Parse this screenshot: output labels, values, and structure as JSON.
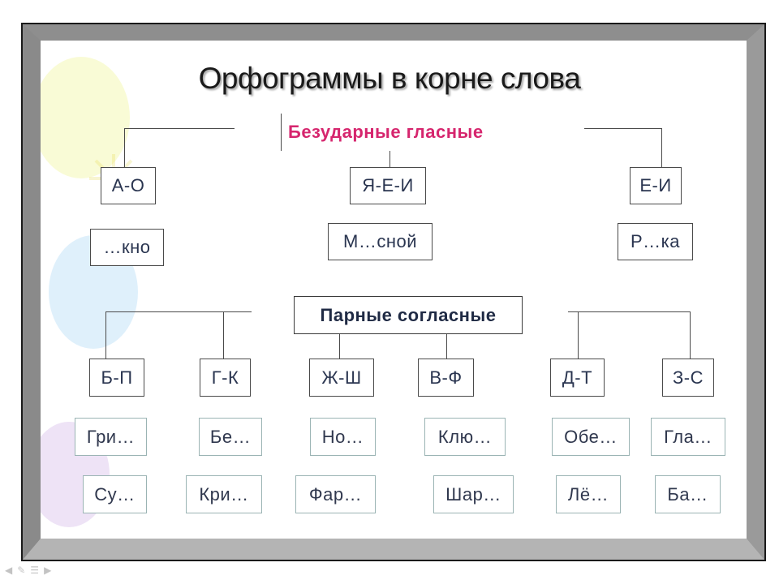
{
  "title": "Орфограммы в корне слова",
  "vowels": {
    "heading": "Безударные гласные",
    "groups": [
      {
        "pair": "А-О",
        "example": "…кно"
      },
      {
        "pair": "Я-Е-И",
        "example": "М…сной"
      },
      {
        "pair": "Е-И",
        "example": "Р…ка"
      }
    ]
  },
  "consonants": {
    "heading": "Парные согласные",
    "groups": [
      {
        "pair": "Б-П",
        "ex1": "Гри…",
        "ex2": "Су…"
      },
      {
        "pair": "Г-К",
        "ex1": "Бе…",
        "ex2": "Кри…"
      },
      {
        "pair": "Ж-Ш",
        "ex1": "Но…",
        "ex2": "Фар…"
      },
      {
        "pair": "В-Ф",
        "ex1": "Клю…",
        "ex2": "Шар…"
      },
      {
        "pair": "Д-Т",
        "ex1": "Обе…",
        "ex2": "Лё…"
      },
      {
        "pair": "З-С",
        "ex1": "Гла…",
        "ex2": "Ба…"
      }
    ]
  },
  "colors": {
    "frame": "#8e8e8e",
    "heading_accent": "#d6266e",
    "text": "#2a3550"
  },
  "toolbar_icons": [
    "arrow-left-icon",
    "pen-icon",
    "menu-icon",
    "arrow-right-icon"
  ]
}
